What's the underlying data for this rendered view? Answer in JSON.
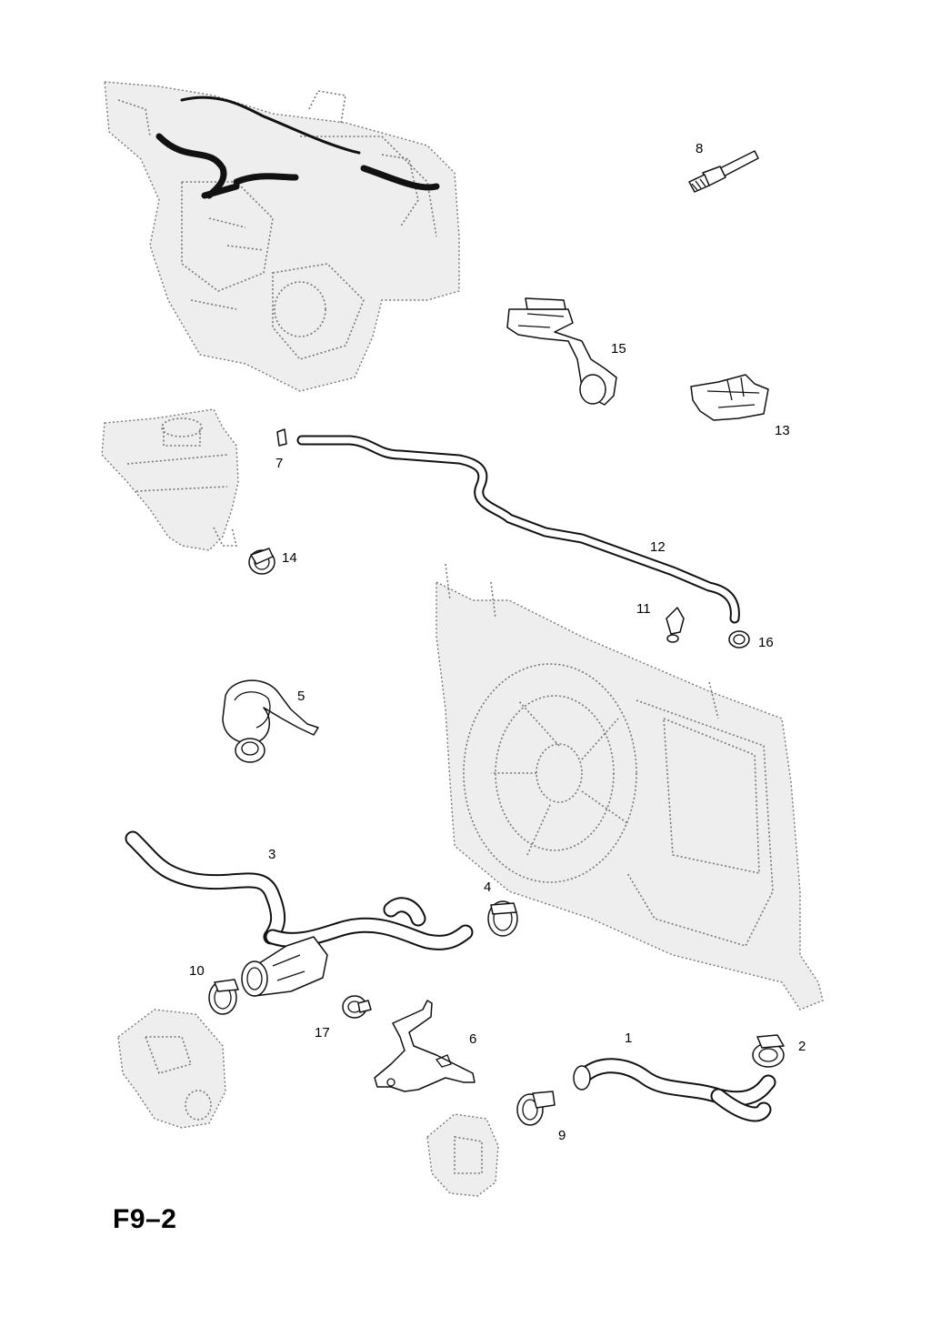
{
  "diagram_code": "F9–2",
  "callouts": {
    "c1": "1",
    "c2": "2",
    "c3": "3",
    "c4": "4",
    "c5": "5",
    "c6": "6",
    "c7": "7",
    "c8": "8",
    "c9": "9",
    "c10": "10",
    "c11": "11",
    "c12": "12",
    "c13": "13",
    "c14": "14",
    "c15": "15",
    "c16": "16",
    "c17": "17"
  }
}
